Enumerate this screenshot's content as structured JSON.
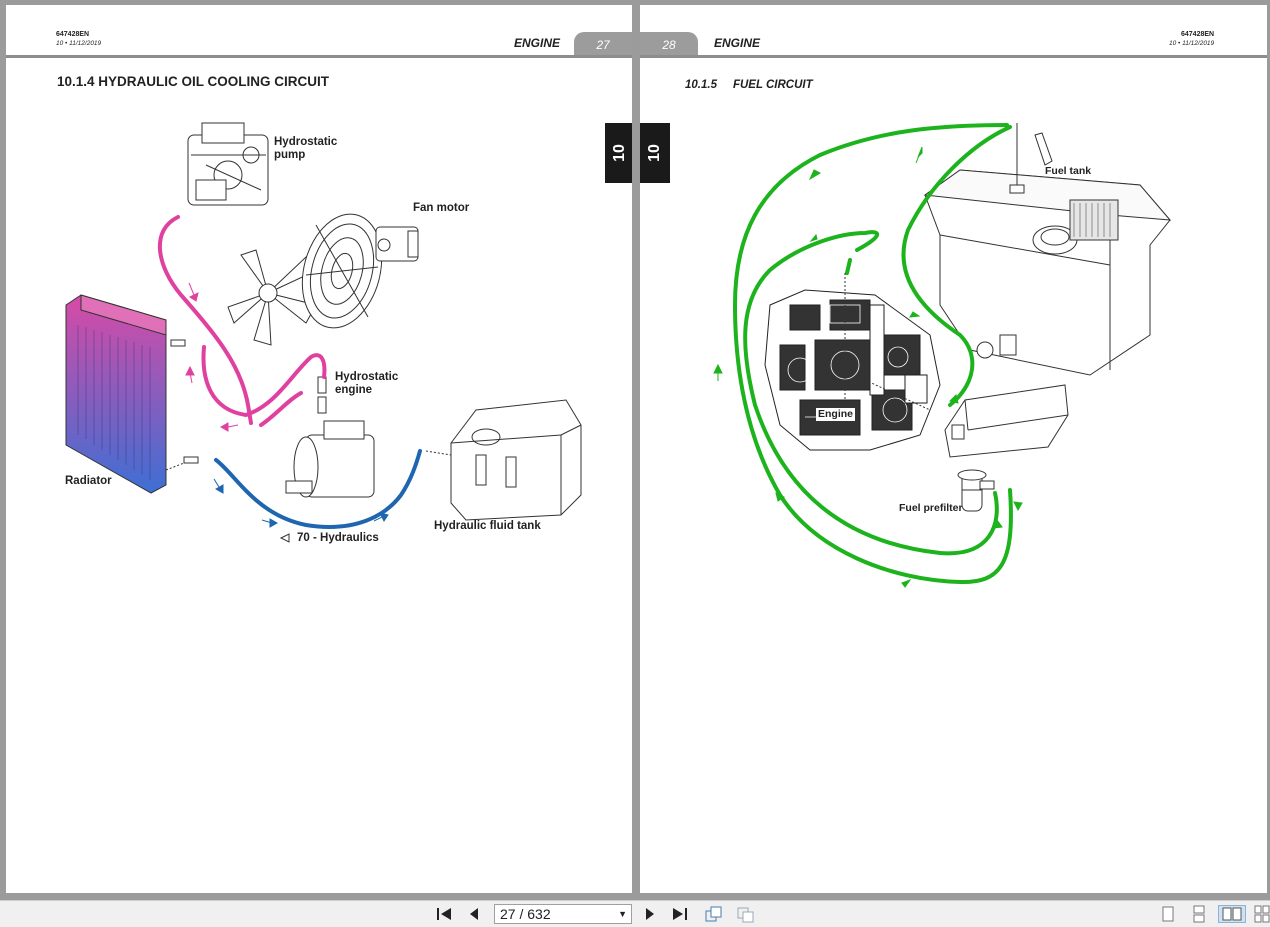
{
  "left_page": {
    "doc_id": "647428EN",
    "doc_date": "10 • 11/12/2019",
    "chapter": "ENGINE",
    "page_number": "27",
    "section_title": "10.1.4   HYDRAULIC OIL COOLING CIRCUIT",
    "side_tab": "10",
    "labels": {
      "hydrostatic_pump": "Hydrostatic\npump",
      "fan_motor": "Fan motor",
      "hydrostatic_engine": "Hydrostatic\nengine",
      "radiator": "Radiator",
      "hydraulic_fluid_tank": "Hydraulic fluid tank",
      "hydraulics_ref": "70 - Hydraulics"
    },
    "colors": {
      "hot_line": "#e040a0",
      "cool_line": "#1f66b0"
    }
  },
  "right_page": {
    "doc_id": "647428EN",
    "doc_date": "10 • 11/12/2019",
    "chapter": "ENGINE",
    "page_number": "28",
    "section_title": "10.1.5     FUEL CIRCUIT",
    "side_tab": "10",
    "labels": {
      "fuel_tank": "Fuel tank",
      "engine": "Engine",
      "fuel_prefilter": "Fuel prefilter"
    },
    "colors": {
      "fuel_line": "#1db31d"
    }
  },
  "toolbar": {
    "first_page_icon": "skip-first-icon",
    "prev_page_icon": "prev-icon",
    "page_indicator": "27 / 632",
    "next_page_icon": "next-icon",
    "last_page_icon": "skip-last-icon",
    "layout_icons": [
      "single-page-icon",
      "continuous-icon",
      "two-page-icon",
      "two-page-continuous-icon"
    ]
  }
}
